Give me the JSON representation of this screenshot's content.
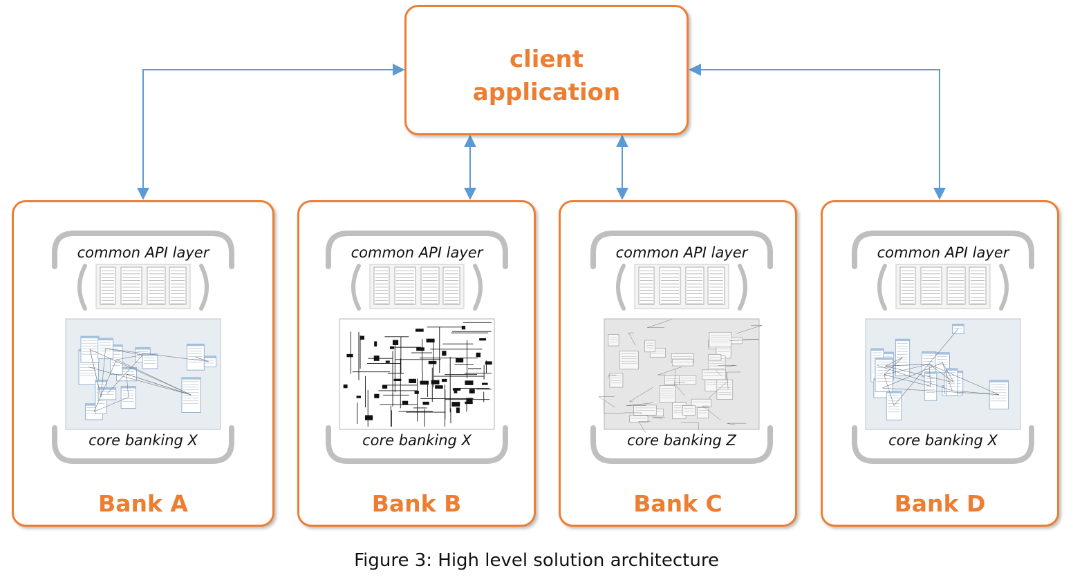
{
  "client": {
    "line1": "client",
    "line2": "application"
  },
  "banks": [
    {
      "name": "Bank A",
      "api_label": "common API layer",
      "core_label": "core banking X",
      "core_style": "erd-blue"
    },
    {
      "name": "Bank B",
      "api_label": "common API layer",
      "core_label": "core banking X",
      "core_style": "tangle"
    },
    {
      "name": "Bank C",
      "api_label": "common API layer",
      "core_label": "core banking Z",
      "core_style": "erd-grey"
    },
    {
      "name": "Bank D",
      "api_label": "common API layer",
      "core_label": "core banking X",
      "core_style": "erd-blue"
    }
  ],
  "caption": "Figure 3: High level solution architecture",
  "colors": {
    "accent": "#ED7D31",
    "connector": "#5B9BD5",
    "bracket": "#BFBFBF"
  }
}
